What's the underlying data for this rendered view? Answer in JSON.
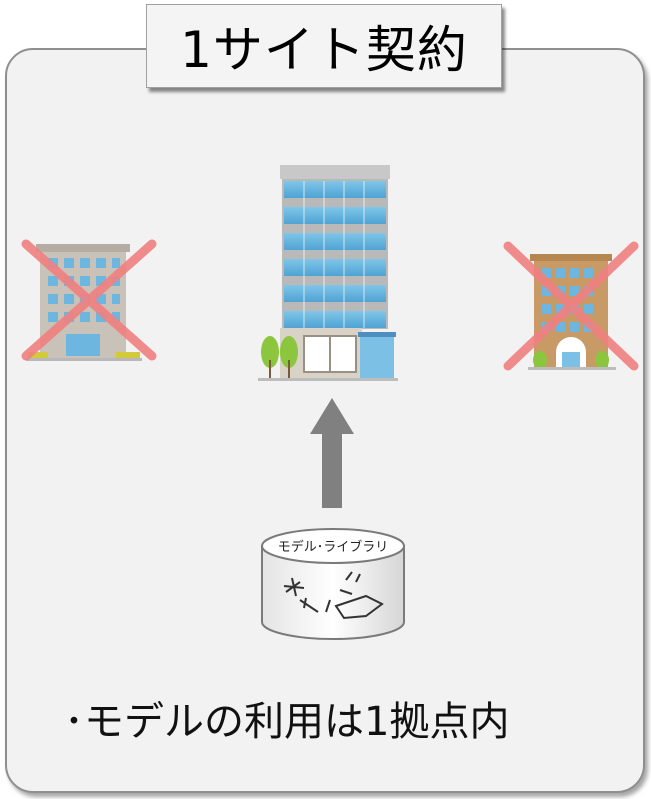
{
  "title": "1サイト契約",
  "library": {
    "label": "モデル･ライブラリ"
  },
  "caption": "･モデルの利用は1拠点内",
  "icons": {
    "left_building": "office-building-icon",
    "center_building": "office-building-icon",
    "right_building": "office-building-icon",
    "cross": "cross-mark-icon",
    "arrow": "arrow-up-icon",
    "library": "database-cylinder-icon"
  },
  "colors": {
    "cross": "#f08080",
    "arrow": "#808080",
    "panel": "#f2f2f2"
  }
}
